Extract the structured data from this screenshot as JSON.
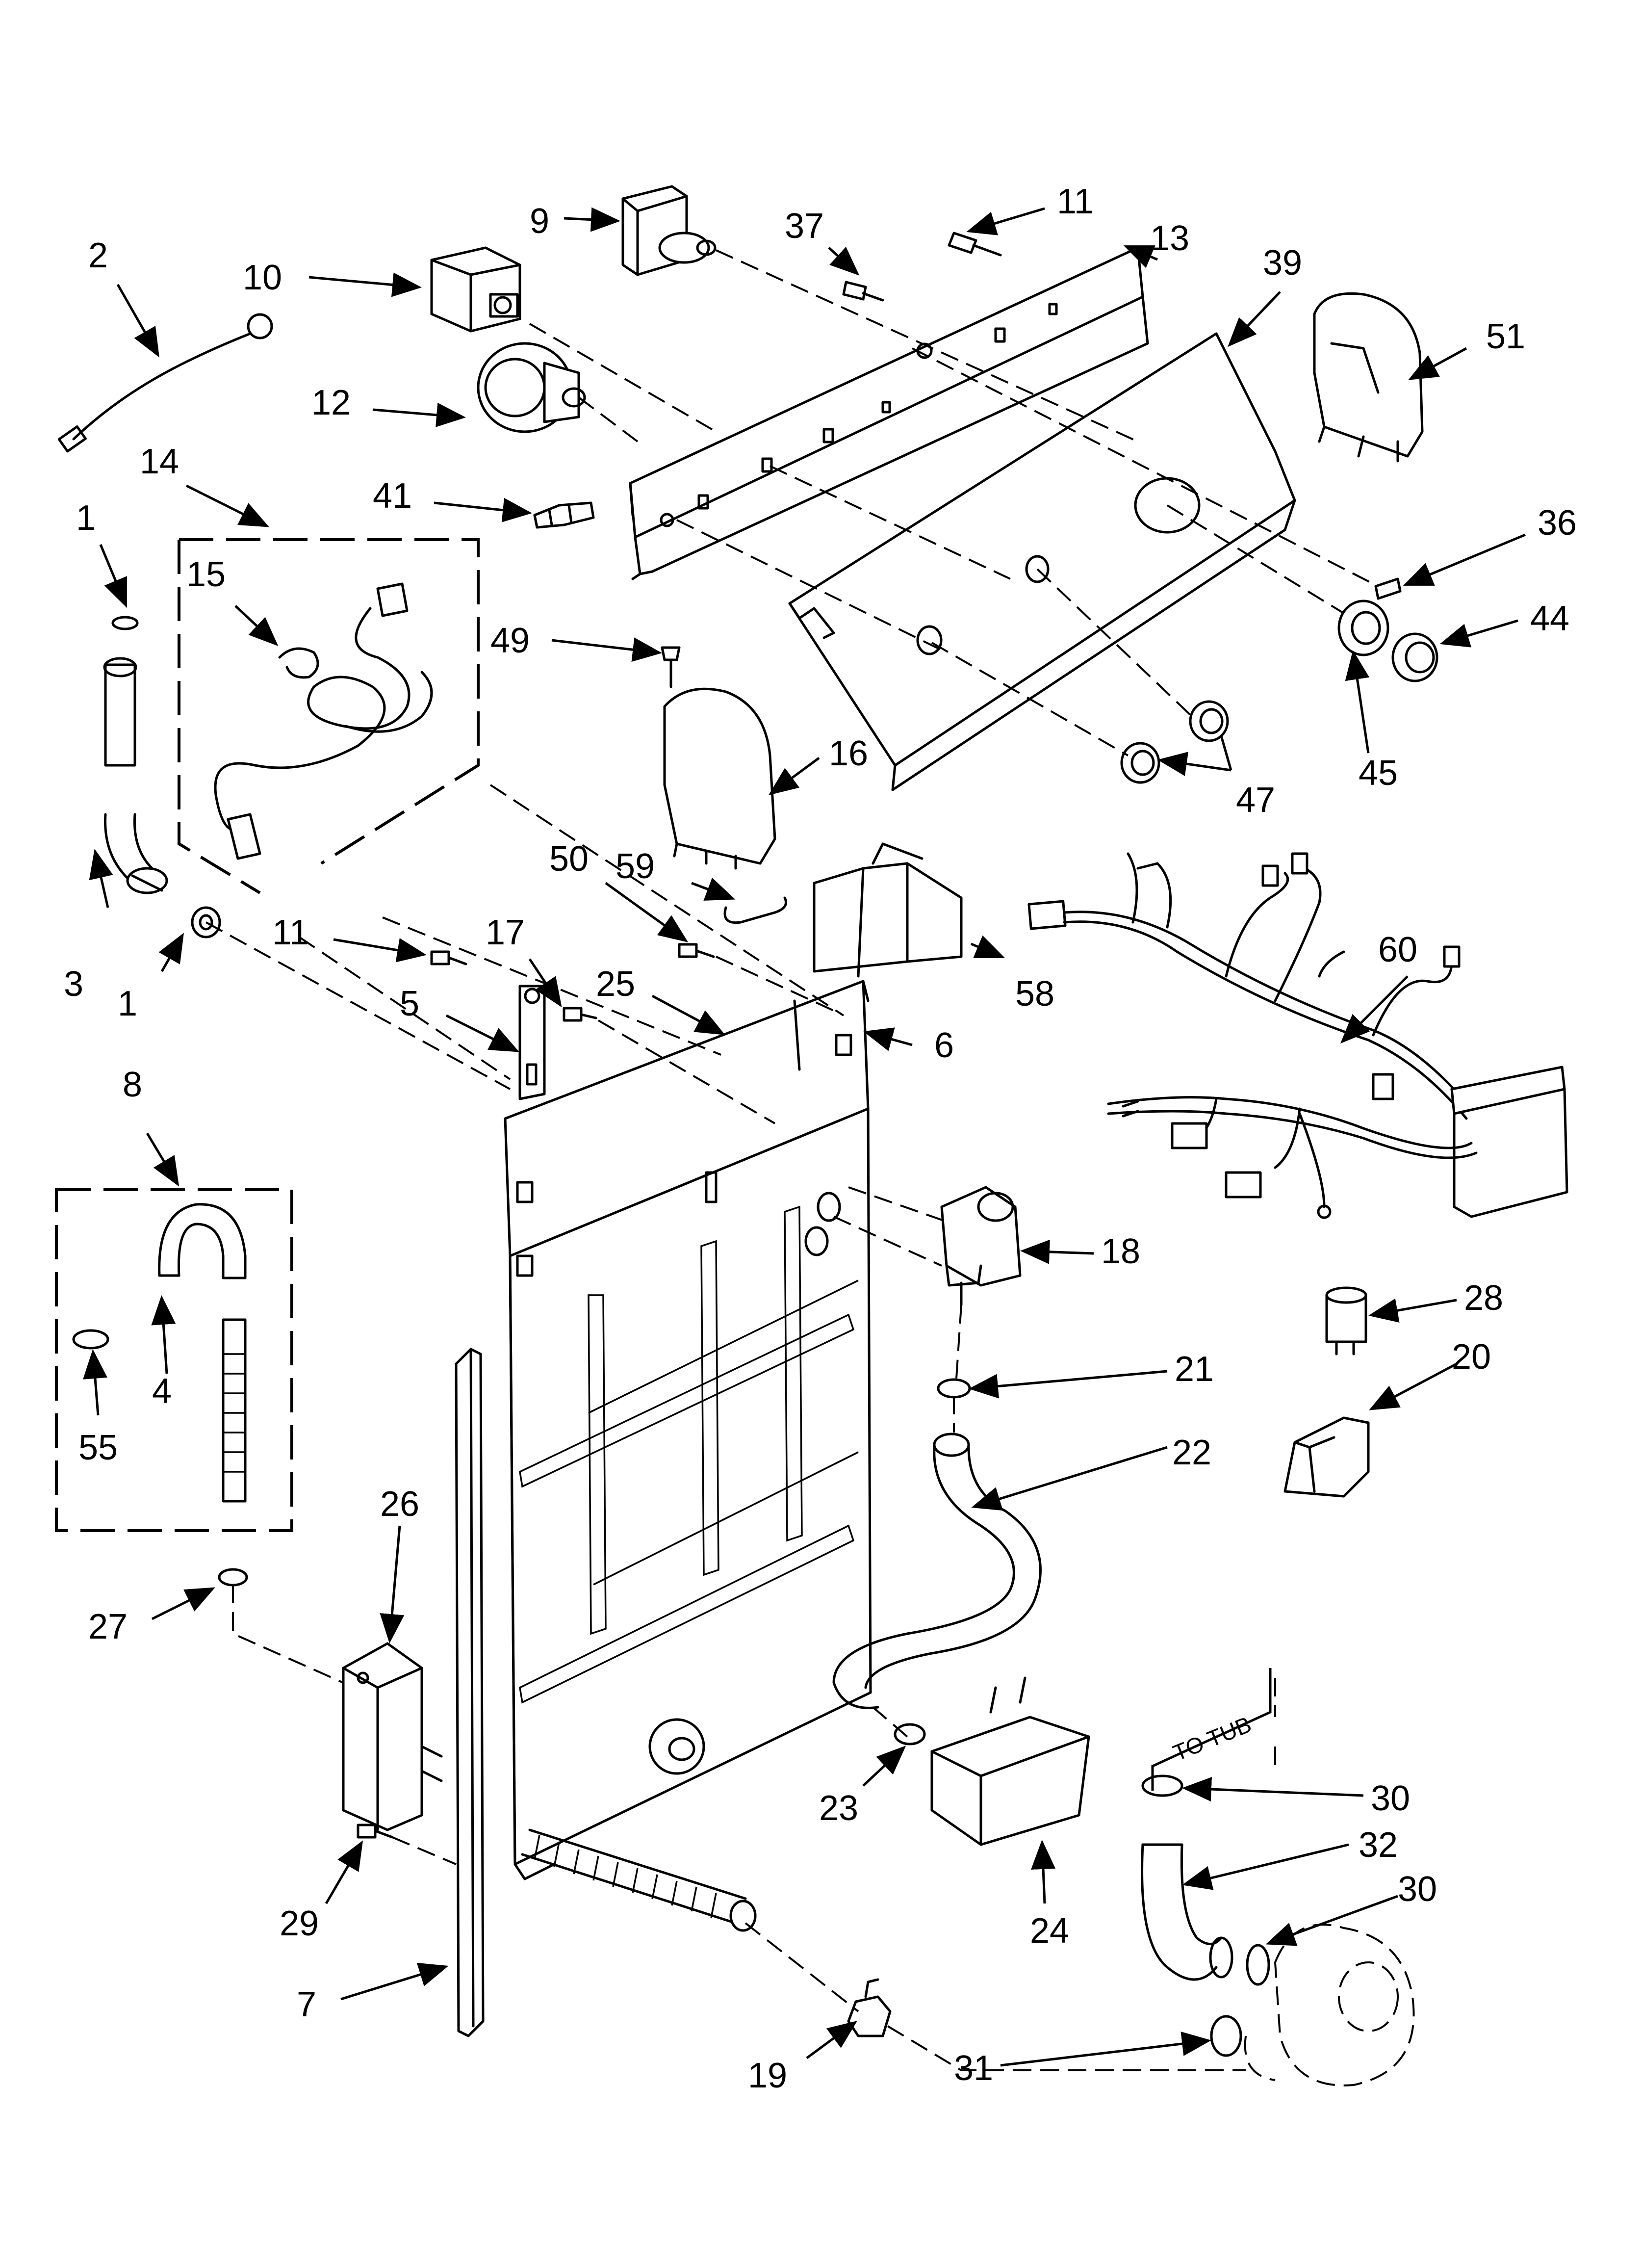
{
  "callouts": [
    {
      "id": "c-2",
      "label": "2"
    },
    {
      "id": "c-10",
      "label": "10"
    },
    {
      "id": "c-9",
      "label": "9"
    },
    {
      "id": "c-37",
      "label": "37"
    },
    {
      "id": "c-11a",
      "label": "11"
    },
    {
      "id": "c-13",
      "label": "13"
    },
    {
      "id": "c-39",
      "label": "39"
    },
    {
      "id": "c-51",
      "label": "51"
    },
    {
      "id": "c-12",
      "label": "12"
    },
    {
      "id": "c-14",
      "label": "14"
    },
    {
      "id": "c-41",
      "label": "41"
    },
    {
      "id": "c-1a",
      "label": "1"
    },
    {
      "id": "c-15",
      "label": "15"
    },
    {
      "id": "c-36",
      "label": "36"
    },
    {
      "id": "c-44",
      "label": "44"
    },
    {
      "id": "c-49",
      "label": "49"
    },
    {
      "id": "c-16",
      "label": "16"
    },
    {
      "id": "c-45",
      "label": "45"
    },
    {
      "id": "c-47",
      "label": "47"
    },
    {
      "id": "c-50",
      "label": "50"
    },
    {
      "id": "c-59",
      "label": "59"
    },
    {
      "id": "c-60",
      "label": "60"
    },
    {
      "id": "c-3",
      "label": "3"
    },
    {
      "id": "c-1b",
      "label": "1"
    },
    {
      "id": "c-11b",
      "label": "11"
    },
    {
      "id": "c-17",
      "label": "17"
    },
    {
      "id": "c-25",
      "label": "25"
    },
    {
      "id": "c-58",
      "label": "58"
    },
    {
      "id": "c-5",
      "label": "5"
    },
    {
      "id": "c-6",
      "label": "6"
    },
    {
      "id": "c-8",
      "label": "8"
    },
    {
      "id": "c-18",
      "label": "18"
    },
    {
      "id": "c-28",
      "label": "28"
    },
    {
      "id": "c-4",
      "label": "4"
    },
    {
      "id": "c-21",
      "label": "21"
    },
    {
      "id": "c-20",
      "label": "20"
    },
    {
      "id": "c-55",
      "label": "55"
    },
    {
      "id": "c-22",
      "label": "22"
    },
    {
      "id": "c-26",
      "label": "26"
    },
    {
      "id": "c-27",
      "label": "27"
    },
    {
      "id": "c-23",
      "label": "23"
    },
    {
      "id": "c-30a",
      "label": "30"
    },
    {
      "id": "c-32",
      "label": "32"
    },
    {
      "id": "c-30b",
      "label": "30"
    },
    {
      "id": "c-24",
      "label": "24"
    },
    {
      "id": "c-29",
      "label": "29"
    },
    {
      "id": "c-7",
      "label": "7"
    },
    {
      "id": "c-19",
      "label": "19"
    },
    {
      "id": "c-31",
      "label": "31"
    }
  ],
  "annotations": {
    "to_tub": "TO TUB"
  }
}
